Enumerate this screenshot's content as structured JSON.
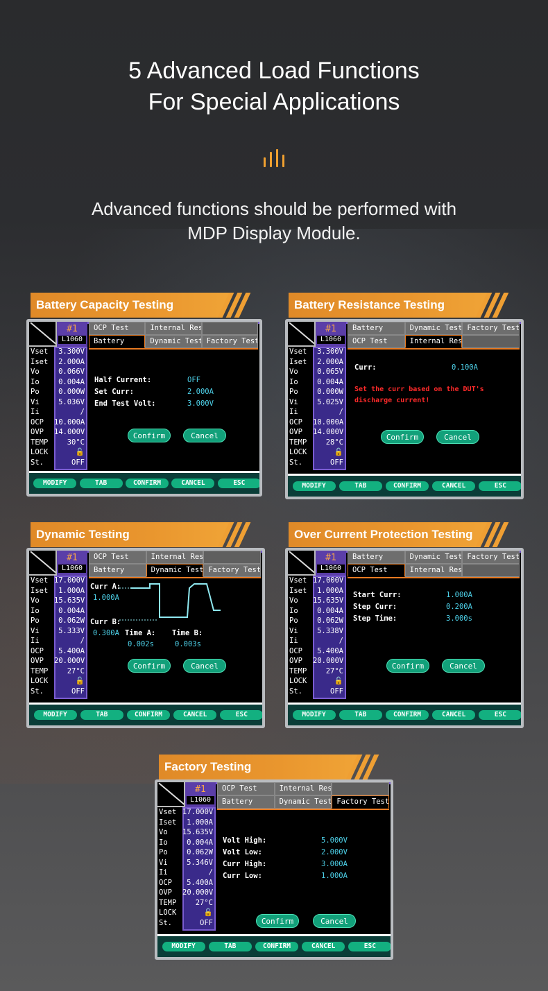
{
  "header": {
    "title_line1": "5 Advanced Load Functions",
    "title_line2": "For Special Applications",
    "subtitle_line1": "Advanced functions should be performed with",
    "subtitle_line2": "MDP Display Module."
  },
  "accent_color": "#E8902C",
  "function_keys": [
    "MODIFY",
    "TAB",
    "CONFIRM",
    "CANCEL",
    "ESC"
  ],
  "buttons": {
    "confirm": "Confirm",
    "cancel": "Cancel"
  },
  "device": {
    "number": "#1",
    "model": "L1060"
  },
  "param_labels": [
    "Vset",
    "Iset",
    "Vo",
    "Io",
    "Po",
    "Vi",
    "Ii",
    "OCP",
    "OVP",
    "TEMP",
    "LOCK",
    "St."
  ],
  "panels": {
    "battery_capacity": {
      "title": "Battery Capacity Testing",
      "values": [
        "3.300V",
        "2.000A",
        "0.066V",
        "0.004A",
        "0.000W",
        "5.036V",
        "/",
        "10.000A",
        "14.000V",
        "30°C",
        "🔓",
        "OFF"
      ],
      "tabs_row1": [
        "OCP Test",
        "Internal Resis",
        ""
      ],
      "tabs_row2": [
        "Battery",
        "Dynamic Test",
        "Factory Test"
      ],
      "fields": [
        {
          "label": "Half Current:",
          "value": "OFF"
        },
        {
          "label": "Set Curr:",
          "value": "2.000A"
        },
        {
          "label": "End Test Volt:",
          "value": "3.000V"
        }
      ]
    },
    "battery_resistance": {
      "title": "Battery Resistance Testing",
      "values": [
        "3.300V",
        "2.000A",
        "0.065V",
        "0.004A",
        "0.000W",
        "5.025V",
        "/",
        "10.000A",
        "14.000V",
        "28°C",
        "🔓",
        "OFF"
      ],
      "tabs_row1": [
        "Battery",
        "Dynamic Test",
        "Factory Test"
      ],
      "tabs_row2": [
        "OCP Test",
        "Internal Resis",
        ""
      ],
      "curr_label": "Curr:",
      "curr_value": "0.100A",
      "warning_line1": "Set the curr based on the DUT's",
      "warning_line2": "discharge current!"
    },
    "dynamic": {
      "title": "Dynamic Testing",
      "values": [
        "17.000V",
        "1.000A",
        "15.635V",
        "0.004A",
        "0.062W",
        "5.333V",
        "/",
        "5.400A",
        "20.000V",
        "27°C",
        "🔓",
        "OFF"
      ],
      "tabs_row1": [
        "OCP Test",
        "Internal Resis",
        ""
      ],
      "tabs_row2": [
        "Battery",
        "Dynamic Test",
        "Factory Test"
      ],
      "curr_a_label": "Curr A:",
      "curr_a_value": "1.000A",
      "curr_b_label": "Curr B:",
      "curr_b_value": "0.300A",
      "time_a_label": "Time A:",
      "time_a_value": "0.002s",
      "time_b_label": "Time B:",
      "time_b_value": "0.003s"
    },
    "ocp": {
      "title": "Over Current Protection Testing",
      "values": [
        "17.000V",
        "1.000A",
        "15.635V",
        "0.004A",
        "0.062W",
        "5.338V",
        "/",
        "5.400A",
        "20.000V",
        "27°C",
        "🔓",
        "OFF"
      ],
      "tabs_row1": [
        "Battery",
        "Dynamic Test",
        "Factory Test"
      ],
      "tabs_row2": [
        "OCP Test",
        "Internal Resis",
        ""
      ],
      "fields": [
        {
          "label": "Start Curr:",
          "value": "1.000A"
        },
        {
          "label": "Step Curr:",
          "value": "0.200A"
        },
        {
          "label": "Step Time:",
          "value": "3.000s"
        }
      ]
    },
    "factory": {
      "title": "Factory Testing",
      "values": [
        "17.000V",
        "1.000A",
        "15.635V",
        "0.004A",
        "0.062W",
        "5.346V",
        "/",
        "5.400A",
        "20.000V",
        "27°C",
        "🔓",
        "OFF"
      ],
      "tabs_row1": [
        "OCP Test",
        "Internal Resis",
        ""
      ],
      "tabs_row2": [
        "Battery",
        "Dynamic Test",
        "Factory Test"
      ],
      "fields": [
        {
          "label": "Volt High:",
          "value": "5.000V"
        },
        {
          "label": "Volt Low:",
          "value": "2.000V"
        },
        {
          "label": "Curr High:",
          "value": "3.000A"
        },
        {
          "label": "Curr Low:",
          "value": "1.000A"
        }
      ]
    }
  }
}
